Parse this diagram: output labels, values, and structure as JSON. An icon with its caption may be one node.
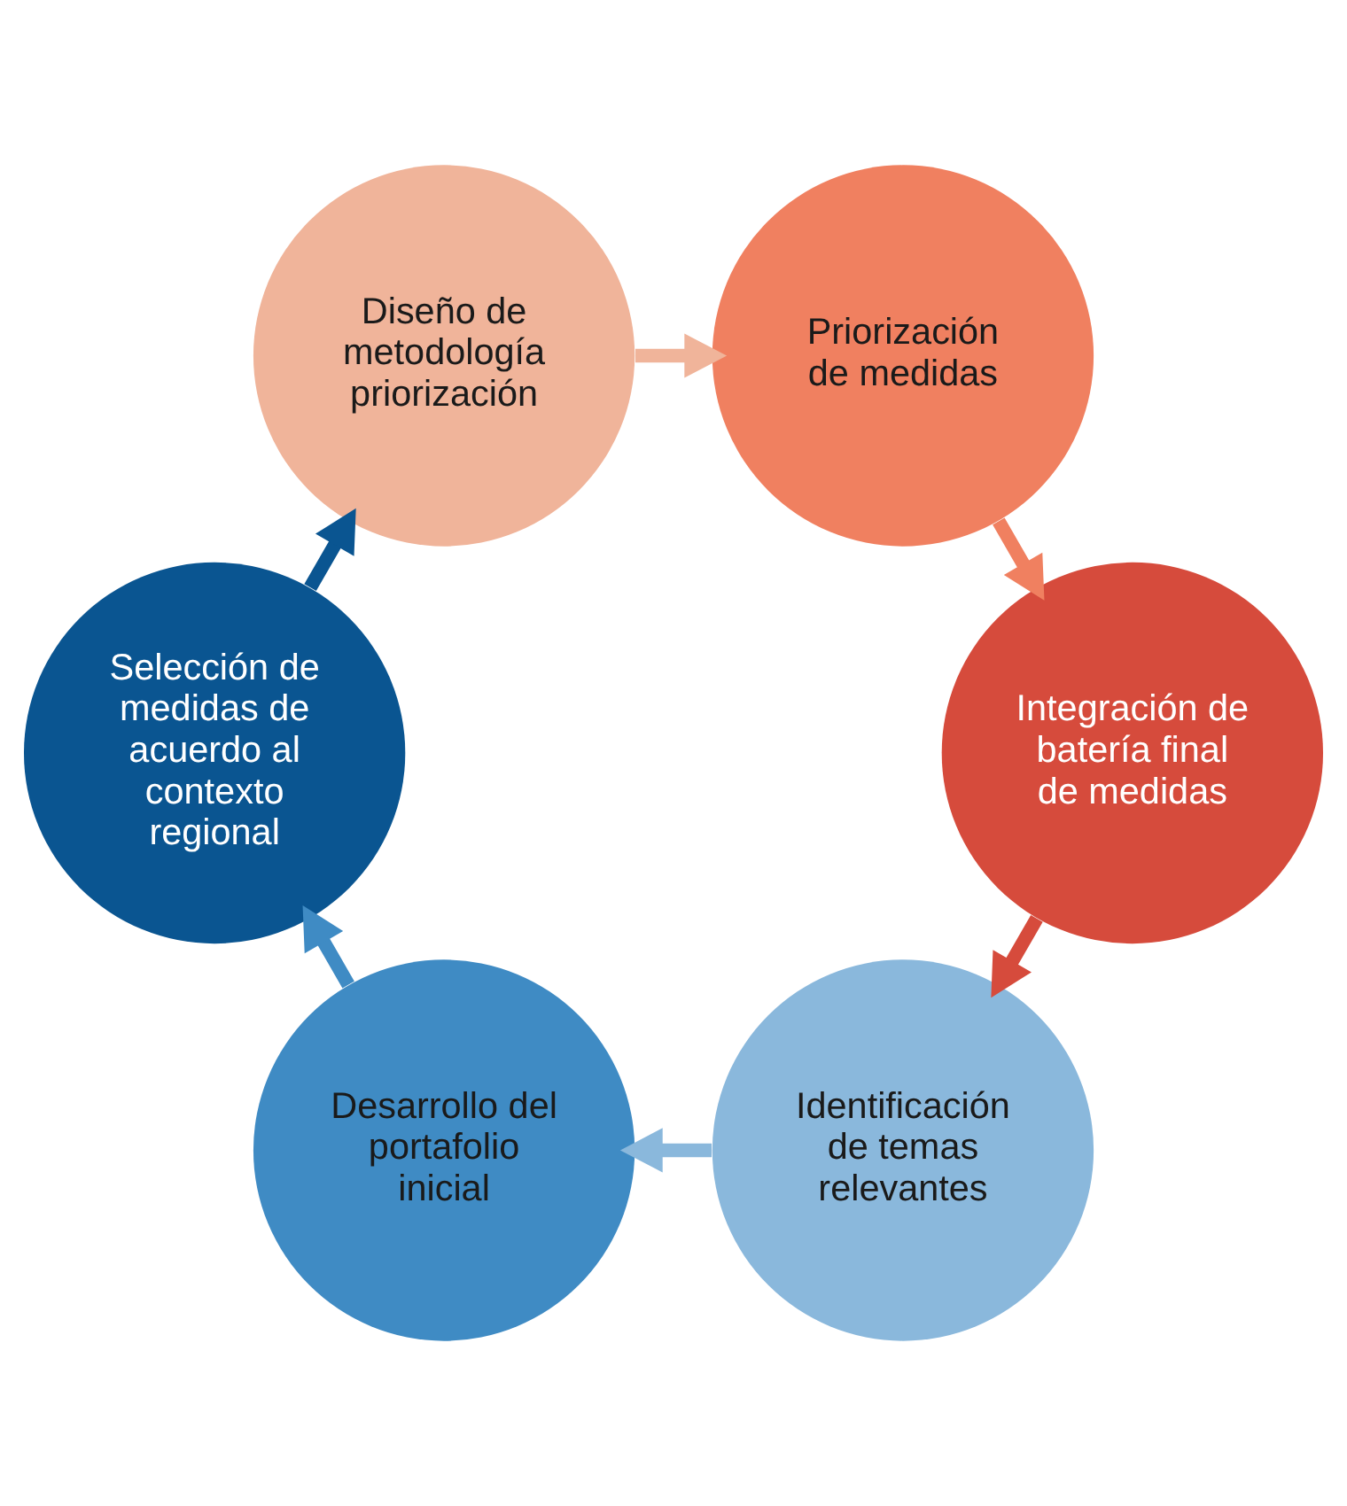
{
  "diagram": {
    "nodes": [
      {
        "text": [
          "Identificación de temas relevantes"
        ]
      },
      {
        "text": [
          "Desarrollo del portafolio inicial"
        ]
      },
      {
        "text": [
          "Selección de medidas de acuerdo al contexto regional"
        ]
      },
      {
        "text": [
          "Diseño de metodología priorización"
        ]
      },
      {
        "text": [
          "Priorización de medidas"
        ]
      },
      {
        "text": [
          "Integración de batería final de medidas"
        ]
      }
    ],
    "edges": [
      {
        "from": 0,
        "to": 1,
        "arrow": "to",
        "color": "#8ab8dc"
      },
      {
        "from": 1,
        "to": 2,
        "arrow": "to",
        "color": "#3f8bc4"
      },
      {
        "from": 2,
        "to": 3,
        "arrow": "to",
        "color": "#0a5591"
      },
      {
        "from": 3,
        "to": 4,
        "arrow": "to",
        "color": "#f0b49a"
      },
      {
        "from": 4,
        "to": 5,
        "arrow": "to",
        "color": "#f08060"
      },
      {
        "from": 5,
        "to": 0,
        "arrow": "to",
        "color": "#d64b3c"
      }
    ]
  }
}
